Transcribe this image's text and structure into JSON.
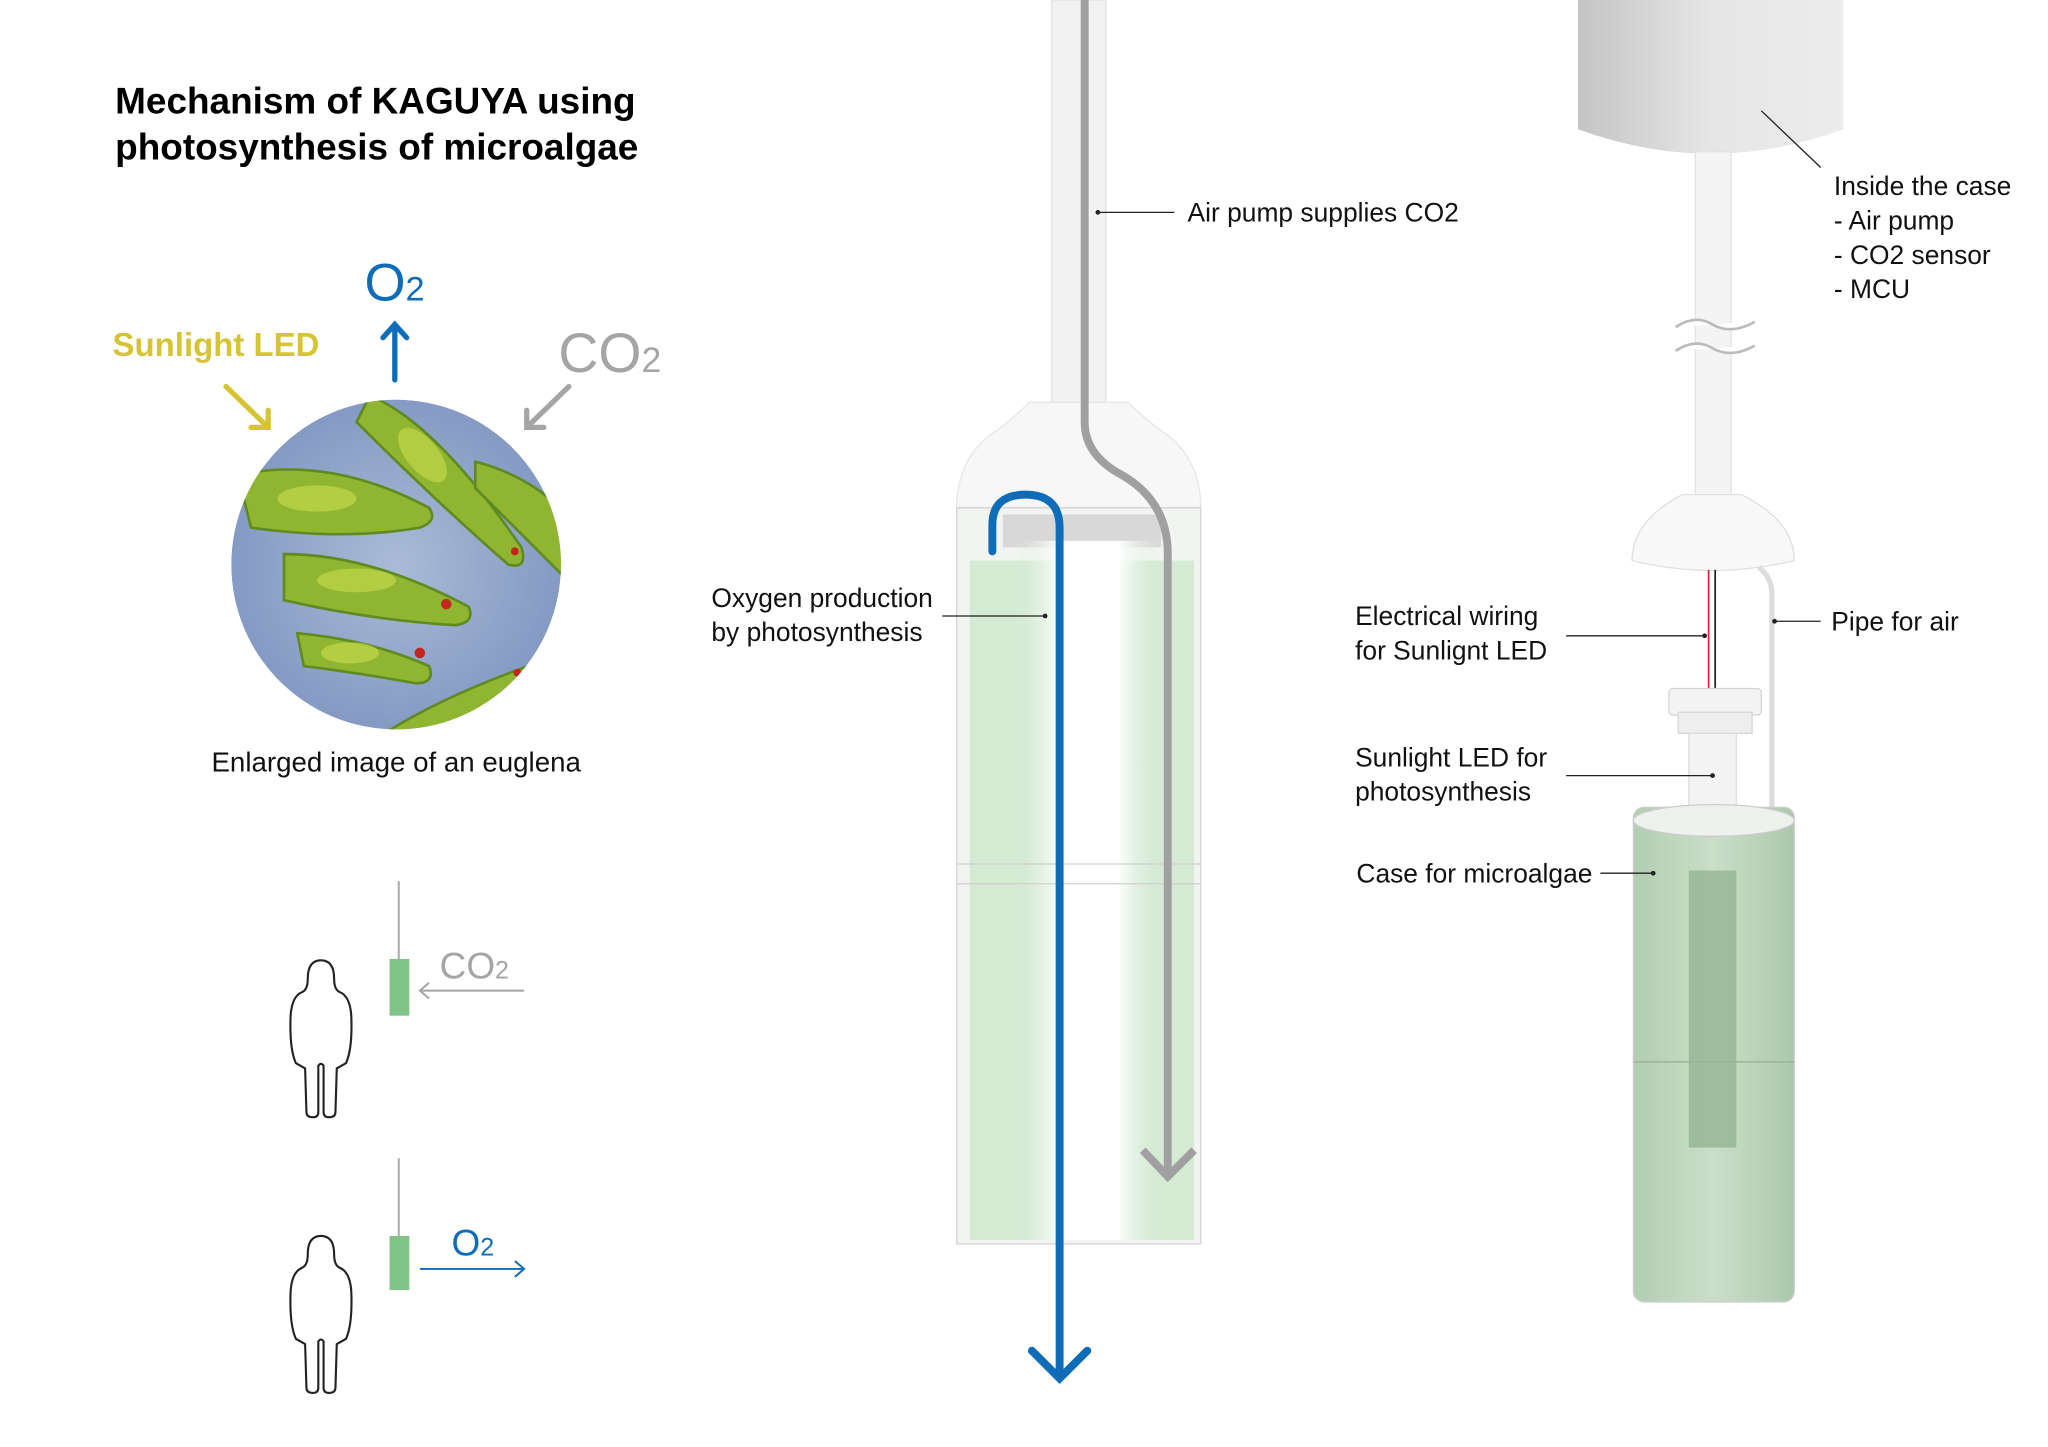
{
  "title": {
    "line1": "Mechanism of KAGUYA using",
    "line2": "photosynthesis of microalgae"
  },
  "euglena_panel": {
    "o2_label": "O",
    "o2_sub": "2",
    "sunlight_label": "Sunlight LED",
    "co2_label": "CO",
    "co2_sub": "2",
    "caption": "Enlarged image of an euglena"
  },
  "human_panel": {
    "co2_label": "CO",
    "co2_sub": "2",
    "o2_label": "O",
    "o2_sub": "2"
  },
  "middle_device": {
    "air_pump_label": "Air pump supplies CO2",
    "oxygen_label_line1": "Oxygen production",
    "oxygen_label_line2": "by photosynthesis"
  },
  "right_device": {
    "case_title": "Inside the case",
    "case_items": [
      "- Air pump",
      "- CO2 sensor",
      "- MCU"
    ],
    "wiring_line1": "Electrical wiring",
    "wiring_line2": "for Sunlignt LED",
    "pipe_label": "Pipe for air",
    "led_line1": "Sunlight LED for",
    "led_line2": "photosynthesis",
    "case_label": "Case for microalgae"
  },
  "colors": {
    "o2_blue": "#0f6cb8",
    "co2_gray": "#a5a5a5",
    "sunlight_yellow": "#d6c434",
    "algae_green": "#7fc486"
  }
}
